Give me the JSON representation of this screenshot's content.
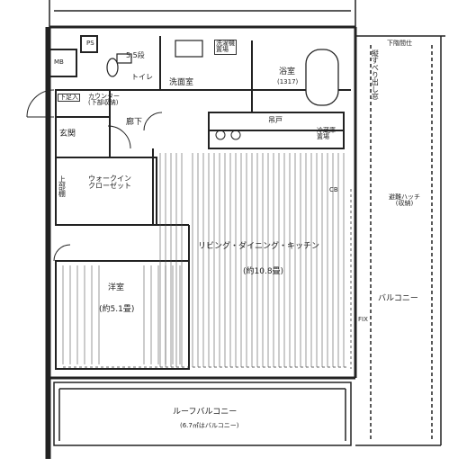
{
  "plan": {
    "rooms": {
      "living": "リビング・ダイニング・キッチン",
      "living_size": "(約10.8畳)",
      "western": "洋室",
      "western_size": "(約5.1畳)",
      "toilet": "トイレ",
      "washroom": "洗面室",
      "bath": "浴室",
      "bath_size": "(1317)",
      "entrance": "玄関",
      "hallway": "廊下",
      "walkin": "ウォークイン\nクローゼット",
      "balcony": "バルコニー",
      "roof_balcony": "ルーフバルコニー",
      "roof_balcony_note": "(6.7㎡はバルコニー)"
    },
    "fixtures": {
      "ps": "PS",
      "mb": "MB",
      "shoe_box": "下足入",
      "counter_storage": "カウンター\n(下部収納)",
      "shelf": "5.5段",
      "washer": "洗濯機\n置場",
      "fridge": "冷蔵庫\n置場",
      "cooktop_label": "吊戸",
      "upper_cabinet": "上部棚",
      "cb": "CB",
      "fix": "FIX",
      "sliding_rail": "縦すべり出し窓",
      "evacuation_hatch": "避難ハッチ\n(収納)",
      "lower_floor": "下階間仕"
    }
  }
}
